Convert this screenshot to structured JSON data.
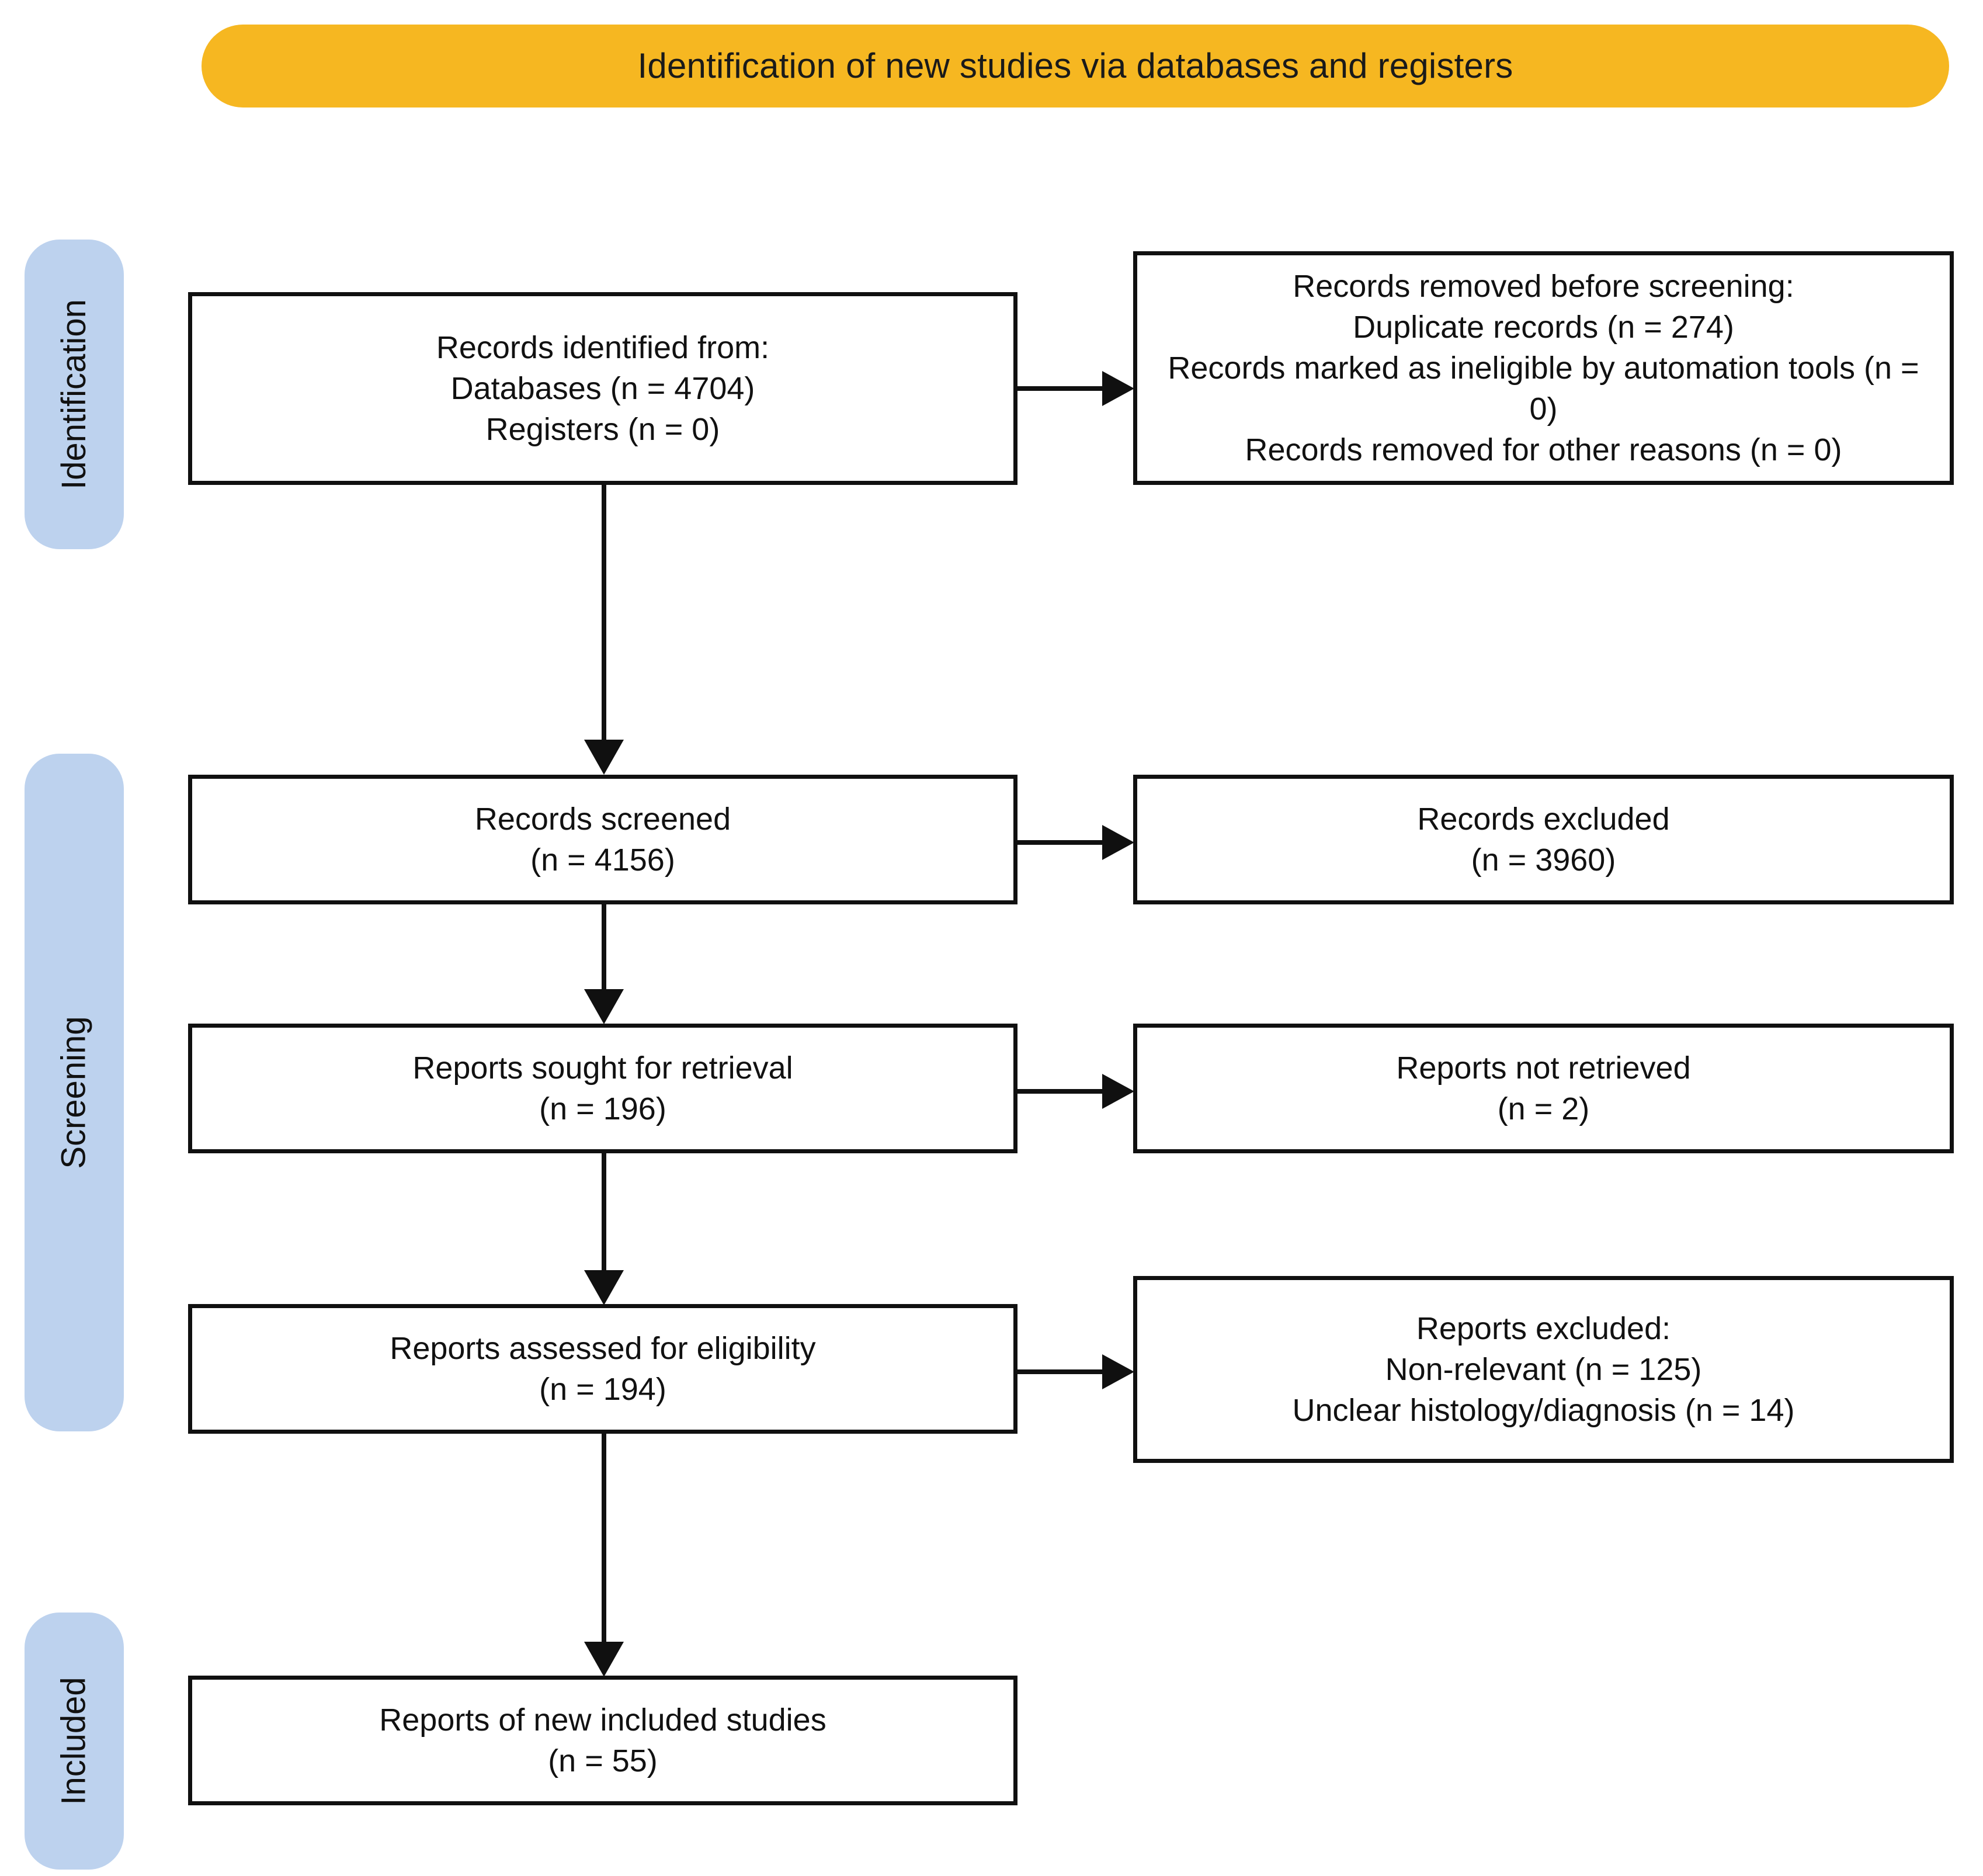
{
  "banner": {
    "title": "Identification of new studies via databases and registers",
    "color": "#f6b721"
  },
  "stages": [
    {
      "id": "identification",
      "label": "Identification",
      "color": "#bdd2ee"
    },
    {
      "id": "screening",
      "label": "Screening",
      "color": "#bdd2ee"
    },
    {
      "id": "included",
      "label": "Included",
      "color": "#bdd2ee"
    }
  ],
  "boxes": {
    "identified": {
      "lines": [
        "Records identified from:",
        "Databases (n = 4704)",
        "Registers (n = 0)"
      ]
    },
    "removed": {
      "lines": [
        "Records removed before screening:",
        "Duplicate records (n = 274)",
        "Records marked as ineligible by automation tools (n = 0)",
        "Records removed for other reasons (n = 0)"
      ]
    },
    "screened": {
      "lines": [
        "Records screened",
        "(n = 4156)"
      ]
    },
    "excluded_records": {
      "lines": [
        "Records excluded",
        "(n = 3960)"
      ]
    },
    "sought": {
      "lines": [
        "Reports sought for retrieval",
        "(n = 196)"
      ]
    },
    "not_retrieved": {
      "lines": [
        "Reports not retrieved",
        "(n = 2)"
      ]
    },
    "assessed": {
      "lines": [
        "Reports assessed for eligibility",
        "(n = 194)"
      ]
    },
    "excluded_reports": {
      "lines": [
        "Reports excluded:",
        "Non-relevant (n = 125)",
        "Unclear histology/diagnosis (n = 14)"
      ]
    },
    "included_studies": {
      "lines": [
        "Reports of new included studies",
        "(n = 55)"
      ]
    }
  },
  "chart_data": {
    "type": "diagram",
    "title": "Identification of new studies via databases and registers",
    "diagram_kind": "PRISMA 2020 flow diagram",
    "stages": [
      "Identification",
      "Screening",
      "Included"
    ],
    "nodes": [
      {
        "id": "identified",
        "stage": "Identification",
        "column": "left",
        "label": "Records identified from:",
        "counts": {
          "Databases": 4704,
          "Registers": 0
        }
      },
      {
        "id": "removed",
        "stage": "Identification",
        "column": "right",
        "label": "Records removed before screening:",
        "counts": {
          "Duplicate records": 274,
          "Records marked as ineligible by automation tools": 0,
          "Records removed for other reasons": 0
        }
      },
      {
        "id": "screened",
        "stage": "Screening",
        "column": "left",
        "label": "Records screened",
        "counts": {
          "n": 4156
        }
      },
      {
        "id": "excluded_records",
        "stage": "Screening",
        "column": "right",
        "label": "Records excluded",
        "counts": {
          "n": 3960
        }
      },
      {
        "id": "sought",
        "stage": "Screening",
        "column": "left",
        "label": "Reports sought for retrieval",
        "counts": {
          "n": 196
        }
      },
      {
        "id": "not_retrieved",
        "stage": "Screening",
        "column": "right",
        "label": "Reports not retrieved",
        "counts": {
          "n": 2
        }
      },
      {
        "id": "assessed",
        "stage": "Screening",
        "column": "left",
        "label": "Reports assessed for eligibility",
        "counts": {
          "n": 194
        }
      },
      {
        "id": "excluded_reports",
        "stage": "Screening",
        "column": "right",
        "label": "Reports excluded:",
        "counts": {
          "Non-relevant": 125,
          "Unclear histology/diagnosis": 14
        }
      },
      {
        "id": "included_studies",
        "stage": "Included",
        "column": "left",
        "label": "Reports of new included studies",
        "counts": {
          "n": 55
        }
      }
    ],
    "edges": [
      {
        "from": "identified",
        "to": "removed",
        "direction": "right"
      },
      {
        "from": "identified",
        "to": "screened",
        "direction": "down"
      },
      {
        "from": "screened",
        "to": "excluded_records",
        "direction": "right"
      },
      {
        "from": "screened",
        "to": "sought",
        "direction": "down"
      },
      {
        "from": "sought",
        "to": "not_retrieved",
        "direction": "right"
      },
      {
        "from": "sought",
        "to": "assessed",
        "direction": "down"
      },
      {
        "from": "assessed",
        "to": "excluded_reports",
        "direction": "right"
      },
      {
        "from": "assessed",
        "to": "included_studies",
        "direction": "down"
      }
    ]
  }
}
